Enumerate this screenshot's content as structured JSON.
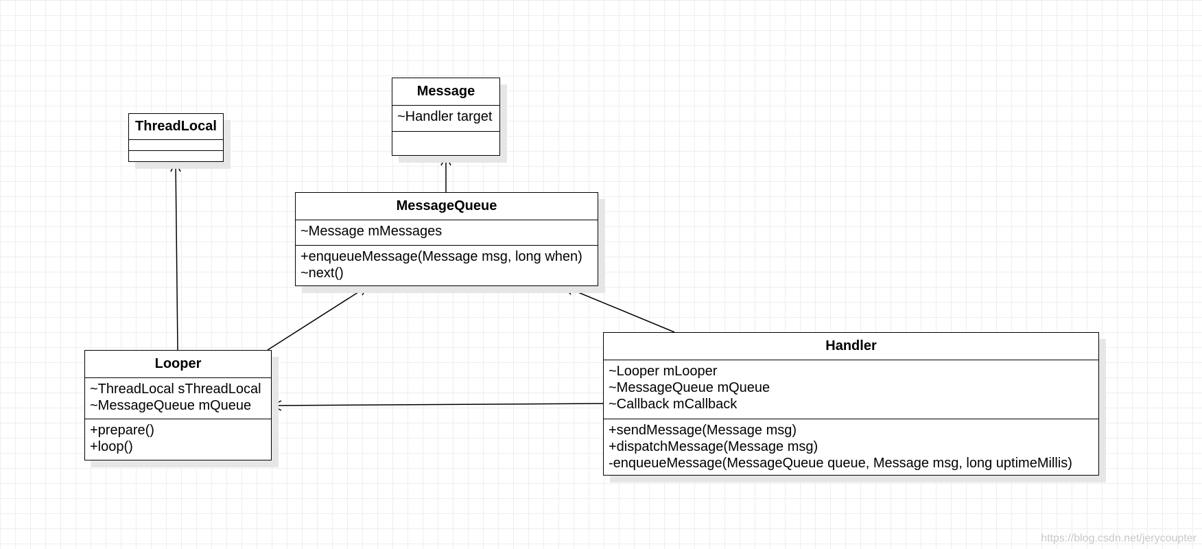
{
  "classes": {
    "threadlocal": {
      "name": "ThreadLocal",
      "attributes": [],
      "methods": []
    },
    "message": {
      "name": "Message",
      "attributes": [
        "~Handler target"
      ],
      "methods": []
    },
    "messagequeue": {
      "name": "MessageQueue",
      "attributes": [
        "~Message mMessages"
      ],
      "methods": [
        "+enqueueMessage(Message msg, long when)",
        "~next()"
      ]
    },
    "looper": {
      "name": "Looper",
      "attributes": [
        "~ThreadLocal sThreadLocal",
        "~MessageQueue mQueue"
      ],
      "methods": [
        "+prepare()",
        "+loop()"
      ]
    },
    "handler": {
      "name": "Handler",
      "attributes": [
        "~Looper mLooper",
        "~MessageQueue mQueue",
        "~Callback mCallback"
      ],
      "methods": [
        "+sendMessage(Message msg)",
        "+dispatchMessage(Message msg)",
        "-enqueueMessage(MessageQueue queue, Message msg, long uptimeMillis)"
      ]
    }
  },
  "relations": [
    {
      "from": "looper",
      "to": "threadlocal",
      "type": "association"
    },
    {
      "from": "messagequeue",
      "to": "message",
      "type": "association"
    },
    {
      "from": "looper",
      "to": "messagequeue",
      "type": "association"
    },
    {
      "from": "handler",
      "to": "messagequeue",
      "type": "association"
    },
    {
      "from": "handler",
      "to": "looper",
      "type": "association"
    }
  ],
  "watermark": "https://blog.csdn.net/jerycoupter"
}
